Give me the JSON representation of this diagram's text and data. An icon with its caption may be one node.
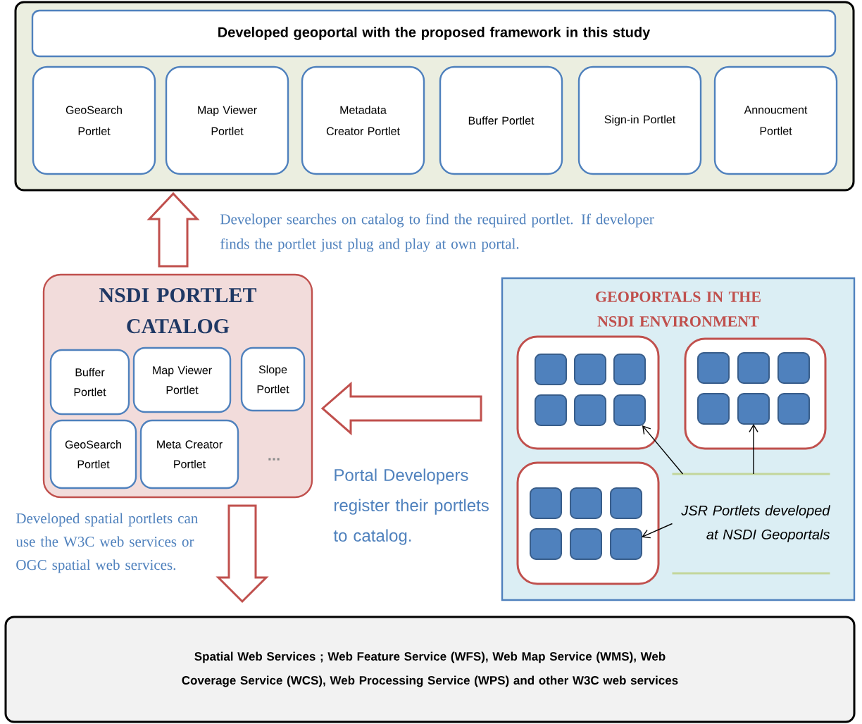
{
  "diagram": {
    "nodes": [
      {
        "text": [],
        "shape": "box"
      },
      {
        "text": [
          "Developed geoportal with the proposed framework in this study"
        ],
        "in": 0
      },
      {
        "text": [
          "GeoSearch Portlet"
        ],
        "in": 0
      },
      {
        "text": [
          "Map Viewer Portlet"
        ],
        "in": 0
      },
      {
        "text": [
          "Metadata Creator Portlet"
        ],
        "in": 0
      },
      {
        "text": [
          "Buffer Portlet"
        ],
        "in": 0
      },
      {
        "text": [
          "Sign-in Portlet"
        ],
        "in": 0
      },
      {
        "text": [
          "Annoucment Portlet"
        ],
        "in": 0
      },
      {
        "text": [
          "NSDI PORTLET CATALOG"
        ]
      },
      {
        "text": [
          "Buffer Portlet"
        ],
        "in": 8
      },
      {
        "text": [
          "Map Viewer Portlet"
        ],
        "in": 8
      },
      {
        "text": [
          "Slope Portlet"
        ],
        "in": 8
      },
      {
        "text": [
          "GeoSearch Portlet"
        ],
        "in": 8
      },
      {
        "text": [
          "Meta Creator Portlet"
        ],
        "in": 8
      },
      {
        "text": [
          "GEOPORTALS IN THE NSDI ENVIRONMENT"
        ]
      },
      {
        "text": [],
        "shape": "box",
        "in": 14
      },
      {
        "text": [],
        "shape": "box",
        "in": 15
      },
      {
        "text": [],
        "shape": "box",
        "in": 15
      },
      {
        "text": [],
        "shape": "box",
        "in": 15
      },
      {
        "text": [],
        "shape": "box",
        "in": 15
      },
      {
        "text": [],
        "shape": "box",
        "in": 15
      },
      {
        "text": [],
        "shape": "box",
        "in": 15
      },
      {
        "text": [],
        "shape": "box",
        "in": 14
      },
      {
        "text": [],
        "shape": "box",
        "in": 22
      },
      {
        "text": [],
        "shape": "box",
        "in": 22
      },
      {
        "text": [],
        "shape": "box",
        "in": 22
      },
      {
        "text": [],
        "shape": "box",
        "in": 22
      },
      {
        "text": [],
        "shape": "box",
        "in": 22
      },
      {
        "text": [],
        "shape": "box",
        "in": 22
      },
      {
        "text": [],
        "shape": "box",
        "in": 14
      },
      {
        "text": [],
        "shape": "box",
        "in": 29
      },
      {
        "text": [],
        "shape": "box",
        "in": 29
      },
      {
        "text": [],
        "shape": "box",
        "in": 29
      },
      {
        "text": [],
        "shape": "box",
        "in": 29
      },
      {
        "text": [],
        "shape": "box",
        "in": 29
      },
      {
        "text": [],
        "shape": "box",
        "in": 29
      },
      {
        "text": [
          "JSR Portlets developed at NSDI Geoportals"
        ],
        "in": 14
      },
      {
        "text": [
          "Spatial Web Services ; Web Feature Service (WFS), Web Map Service (WMS), Web Coverage Service (WCS), Web Processing Service (WPS) and other W3C web services"
        ]
      }
    ],
    "edges": [
      {
        "from": 8,
        "to": 0,
        "arrow": "to",
        "style": "thick",
        "color": "#c0504d",
        "label": "Developer searches on catalog to find the required portlet. If developer finds the portlet just plug and play at own portal."
      },
      {
        "from": 14,
        "to": 8,
        "arrow": "to",
        "style": "thick",
        "color": "#c0504d",
        "label": "Portal Developers register their portlets to catalog."
      },
      {
        "from": 8,
        "to": 37,
        "arrow": "to",
        "style": "thick",
        "color": "#c0504d",
        "label": "Developed spatial portlets can use the W3C web services or OGC spatial web services."
      },
      {
        "from": 36,
        "to": 21,
        "arrow": "to",
        "color": "#000000"
      },
      {
        "from": 36,
        "to": 27,
        "arrow": "to",
        "color": "#000000"
      },
      {
        "from": 36,
        "to": 35,
        "arrow": "to",
        "color": "#000000"
      }
    ],
    "labels": [
      "..."
    ]
  }
}
